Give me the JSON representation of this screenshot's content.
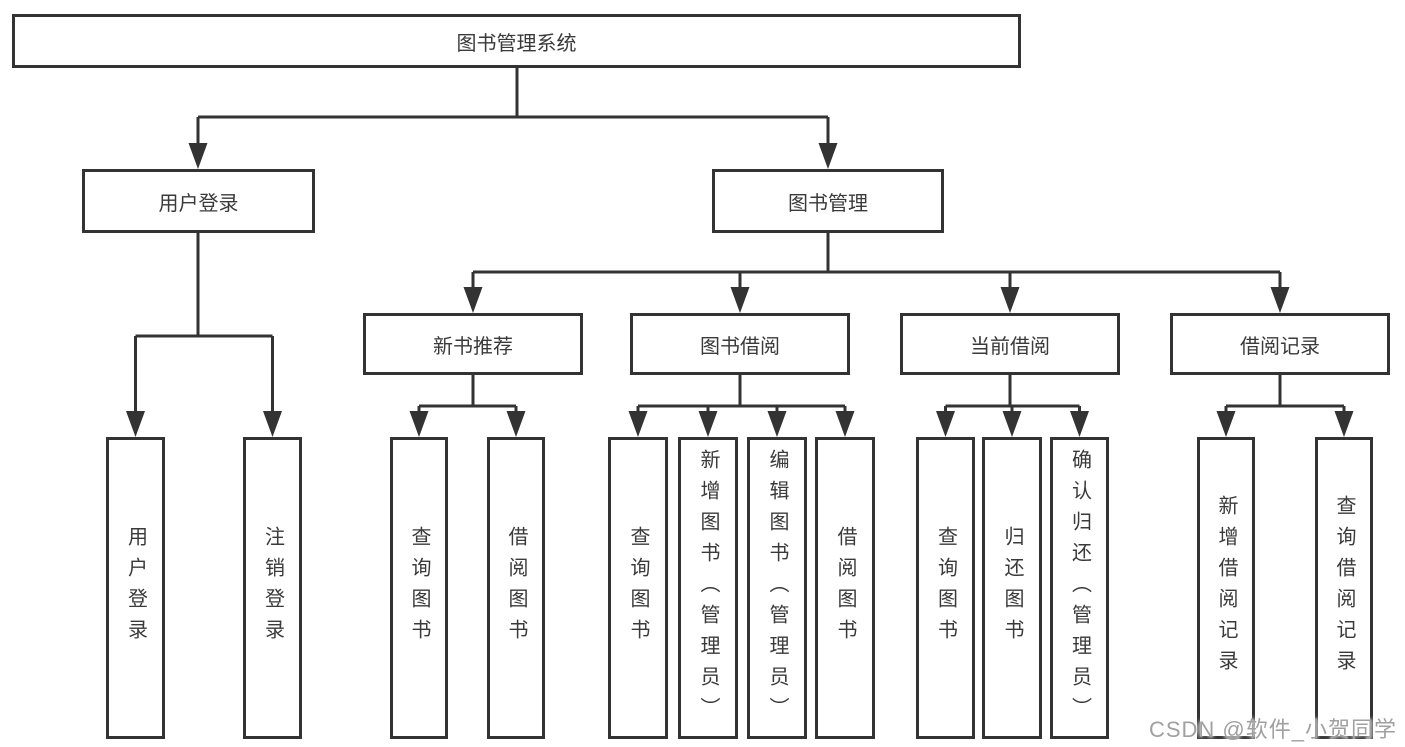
{
  "tree": {
    "root": {
      "label": "图书管理系统"
    },
    "children": [
      {
        "label": "用户登录",
        "children": [
          {
            "label": "用户登录"
          },
          {
            "label": "注销登录"
          }
        ]
      },
      {
        "label": "图书管理",
        "children": [
          {
            "label": "新书推荐",
            "children": [
              {
                "label": "查询图书"
              },
              {
                "label": "借阅图书"
              }
            ]
          },
          {
            "label": "图书借阅",
            "children": [
              {
                "label": "查询图书"
              },
              {
                "label": "新增图书（管理员）"
              },
              {
                "label": "编辑图书（管理员）"
              },
              {
                "label": "借阅图书"
              }
            ]
          },
          {
            "label": "当前借阅",
            "children": [
              {
                "label": "查询图书"
              },
              {
                "label": "归还图书"
              },
              {
                "label": "确认归还（管理员）"
              }
            ]
          },
          {
            "label": "借阅记录",
            "children": [
              {
                "label": "新增借阅记录"
              },
              {
                "label": "查询借阅记录"
              }
            ]
          }
        ]
      }
    ]
  },
  "watermark": {
    "text": "CSDN @软件_小贺同学"
  },
  "colors": {
    "line": "#333333",
    "text": "#3a3a3a",
    "background": "#ffffff",
    "watermark": "#a0a0a0"
  }
}
